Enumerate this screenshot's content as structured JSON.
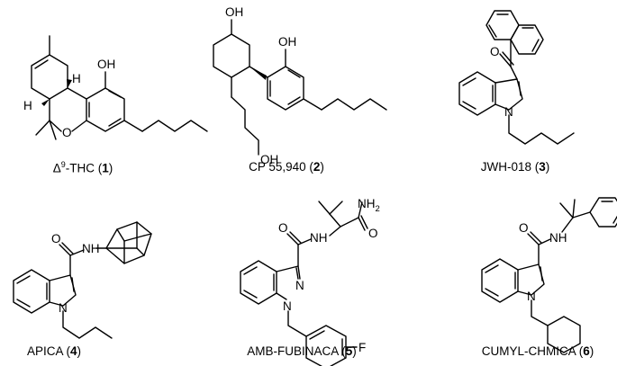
{
  "compounds": [
    {
      "name_prefix": "Δ",
      "name_sup": "9",
      "name": "-THC",
      "number": "1",
      "atoms": {
        "oh": "OH",
        "h1": "H",
        "h2": "H",
        "o": "O"
      }
    },
    {
      "name": "CP 55,940",
      "number": "2",
      "atoms": {
        "oh_top": "OH",
        "oh_phenol": "OH",
        "oh_chain": "OH"
      }
    },
    {
      "name": "JWH-018",
      "number": "3",
      "atoms": {
        "o": "O",
        "n": "N"
      }
    },
    {
      "name": "APICA",
      "number": "4",
      "atoms": {
        "o": "O",
        "nh": "NH",
        "n": "N"
      }
    },
    {
      "name": "AMB-FUBINACA",
      "number": "5",
      "atoms": {
        "o": "O",
        "nh": "NH",
        "nh2": "NH",
        "nh2_sub": "2",
        "o2": "O",
        "n1": "N",
        "n2": "N",
        "f": "F"
      }
    },
    {
      "name": "CUMYL-CHMICA",
      "number": "6",
      "atoms": {
        "o": "O",
        "nh": "NH",
        "n": "N"
      }
    }
  ]
}
